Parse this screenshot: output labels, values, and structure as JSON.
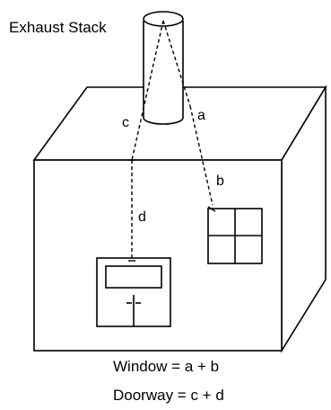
{
  "labels": {
    "stack": "Exhaust Stack",
    "a": "a",
    "b": "b",
    "c": "c",
    "d": "d"
  },
  "formulas": {
    "window": "Window = a + b",
    "doorway": "Doorway = c + d"
  }
}
